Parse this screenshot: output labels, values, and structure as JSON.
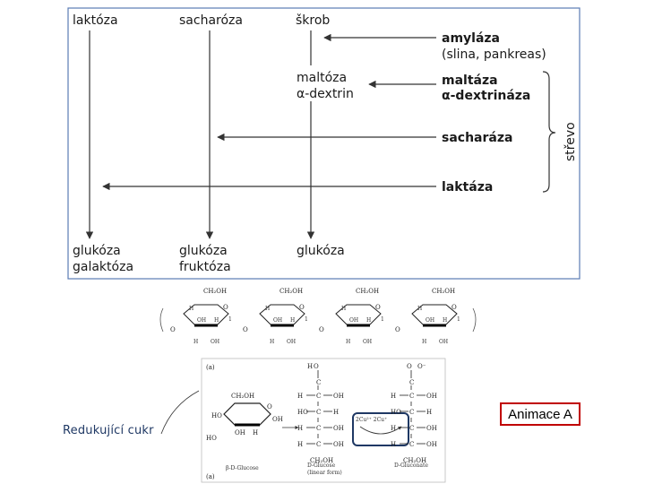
{
  "scheme": {
    "substrates": [
      "laktóza",
      "sacharóza",
      "škrob"
    ],
    "enzymes": {
      "amylase": "amyláza",
      "amylase_note": "(slina, pankreas)",
      "maltase": "maltáza",
      "dextrinase": "α-dextrináza",
      "sucrase": "sacharáza",
      "lactase": "laktáza"
    },
    "intermediate": [
      "maltóza",
      "α-dextrin"
    ],
    "products": {
      "lactose": [
        "glukóza",
        "galaktóza"
      ],
      "sucrose": [
        "glukóza",
        "fruktóza"
      ],
      "starch": [
        "glukóza"
      ]
    },
    "location": "střevo"
  },
  "chain": {
    "group_label": "CH₂OH",
    "ring_labels": [
      "H",
      "OH",
      "O"
    ],
    "anomeric_marker": "1"
  },
  "reaction": {
    "panel_label": "(a)",
    "footer_label": "(a)",
    "reagent_label": "2Cu²⁺  2Cu⁺",
    "names": [
      "β-D-Glucose",
      "D-Glucose",
      "(linear form)",
      "D-Gluconate"
    ],
    "atoms": {
      "c": "C",
      "h": "H",
      "o": "O",
      "oh": "OH",
      "ho": "HO",
      "ch2oh": "CH₂OH",
      "minus_o": "O⁻",
      "dash": "—"
    }
  },
  "labels": {
    "reducing_sugar": "Redukující cukr",
    "animation_button": "Animace A"
  },
  "colors": {
    "scheme_border": "#5b7bb5",
    "highlight": "#1f3864",
    "button_border": "#c00000"
  }
}
